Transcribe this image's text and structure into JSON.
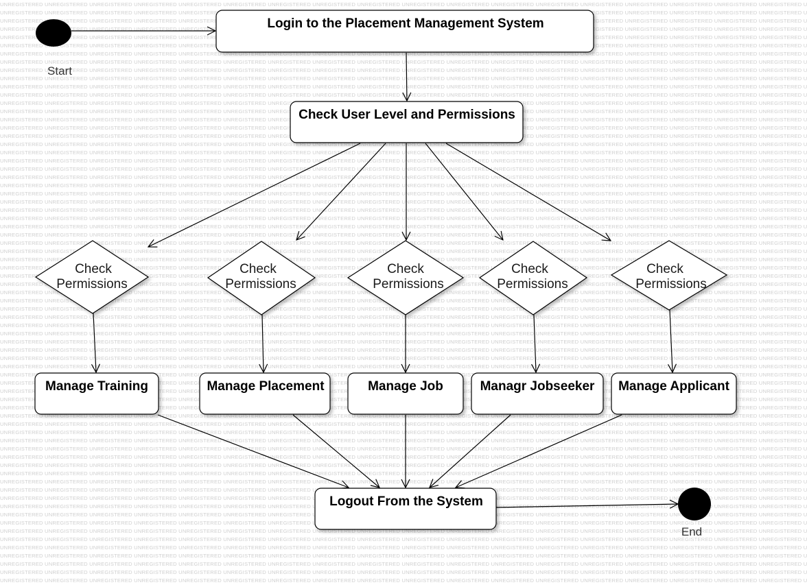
{
  "watermark": "UNREGISTERED",
  "start": {
    "label": "Start"
  },
  "end": {
    "label": "End"
  },
  "activities": {
    "login": "Login to the Placement Management System",
    "check_level": "Check User Level and Permissions",
    "manage_training": "Manage Training",
    "manage_placement": "Manage Placement",
    "manage_job": "Manage Job",
    "managr_jobseeker": "Managr Jobseeker",
    "manage_applicant": "Manage Applicant",
    "logout": "Logout From the System"
  },
  "decisions": [
    {
      "line1": "Check",
      "line2": "Permissions"
    },
    {
      "line1": "Check",
      "line2": "Permissions"
    },
    {
      "line1": "Check",
      "line2": "Permissions"
    },
    {
      "line1": "Check",
      "line2": "Permissions"
    },
    {
      "line1": "Check",
      "line2": "Permissions"
    }
  ]
}
